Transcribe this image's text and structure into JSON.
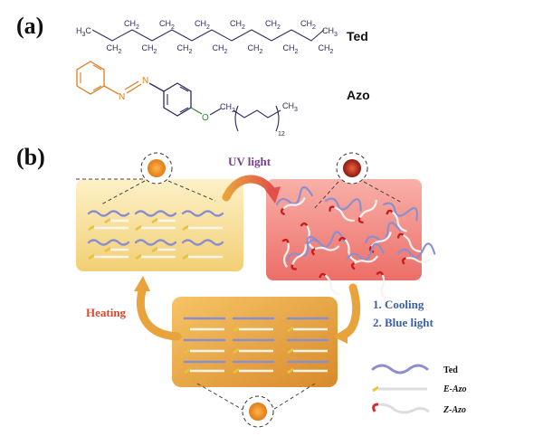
{
  "panel_a": {
    "label": "(a)",
    "ted": {
      "name": "Ted",
      "groups": [
        "H3C",
        "CH2",
        "CH2",
        "CH2",
        "CH2",
        "CH2",
        "CH2",
        "CH2",
        "CH2",
        "CH2",
        "CH2",
        "CH2",
        "CH2",
        "CH2",
        "CH3"
      ]
    },
    "azo": {
      "name": "Azo",
      "n_atom": "N",
      "o_atom": "O",
      "ch2": "CH2",
      "ch3": "CH3",
      "subscript": "12"
    }
  },
  "panel_b": {
    "label": "(b)",
    "uv_label": "UV light",
    "heating_label": "Heating",
    "cooling_label": "1. Cooling",
    "blue_label": "2. Blue light",
    "legend": {
      "ted": "Ted",
      "e_azo": "E-Azo",
      "z_azo": "Z-Azo"
    }
  },
  "colors": {
    "yellow_box": "#f5dc9a",
    "red_box": "#f08c87",
    "ted_chain": "#8b8fcf",
    "uv_text": "#7a3d8f",
    "heating_text": "#d9482b",
    "cooling_text": "#3b5fa8",
    "orange_arrow": "#e9a33c"
  }
}
